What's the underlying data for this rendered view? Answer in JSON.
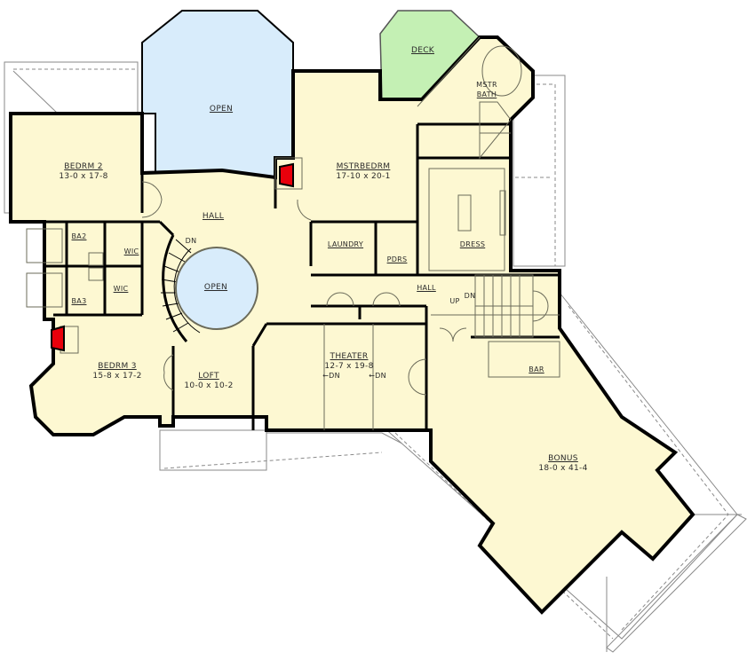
{
  "plan": {
    "colors": {
      "room_fill": "#fdf8d2",
      "open_fill": "#d8ecfb",
      "deck_fill": "#c4f0b4",
      "fireplace": "#e8000b",
      "wall": "#000000",
      "roof_line": "#8a8a8a",
      "background": "#ffffff"
    },
    "rooms": {
      "open_top": {
        "name": "OPEN"
      },
      "deck": {
        "name": "DECK"
      },
      "mstr_bath": {
        "name": "MSTR",
        "name2": "BATH"
      },
      "bedrm2": {
        "name": "BEDRM 2",
        "dims": "13-0 x 17-8"
      },
      "mstrbedrm": {
        "name": "MSTRBEDRM",
        "dims": "17-10 x 20-1"
      },
      "hall_main": {
        "name": "HALL"
      },
      "ba2": {
        "name": "BA2"
      },
      "wic1": {
        "name": "WIC"
      },
      "ba3": {
        "name": "BA3"
      },
      "wic2": {
        "name": "WIC"
      },
      "open_center": {
        "name": "OPEN"
      },
      "laundry": {
        "name": "LAUNDRY"
      },
      "pdrs": {
        "name": "PDRS"
      },
      "dress": {
        "name": "DRESS"
      },
      "hall_east": {
        "name": "HALL"
      },
      "bedrm3": {
        "name": "BEDRM 3",
        "dims": "15-8 x 17-2"
      },
      "loft": {
        "name": "LOFT",
        "dims": "10-0 x 10-2"
      },
      "theater": {
        "name": "THEATER",
        "dims": "12-7 x 19-8"
      },
      "bar": {
        "name": "BAR"
      },
      "bonus": {
        "name": "BONUS",
        "dims": "18-0 x 41-4"
      }
    },
    "annotations": {
      "stair_main_dn": "DN",
      "stair_east_up": "UP",
      "stair_east_dn": "DN",
      "theater_step1": "DN",
      "theater_step2": "DN"
    }
  }
}
